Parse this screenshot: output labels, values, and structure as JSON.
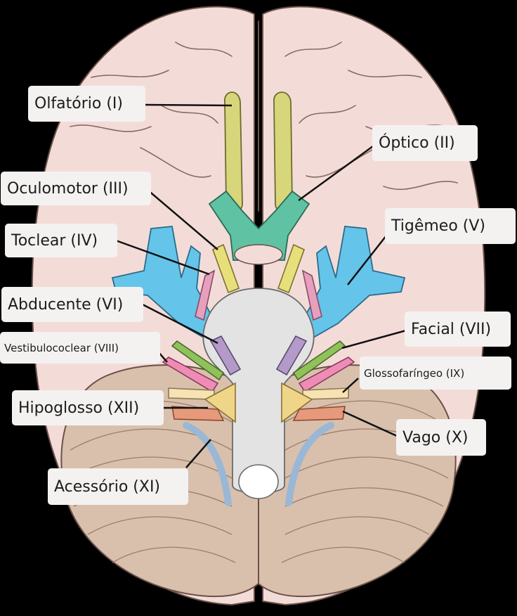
{
  "labels": {
    "olfatorio": "Olfatório (I)",
    "optico": "Óptico (II)",
    "oculomotor": "Oculomotor (III)",
    "troclear": "Toclear (IV)",
    "trigemeo": "Tigêmeo (V)",
    "abducente": "Abducente (VI)",
    "facial": "Facial (VII)",
    "vestibulococlear": "Vestibulococlear (VIII)",
    "glossofaringeo": "Glossofaríngeo (IX)",
    "hipoglosso": "Hipoglosso (XII)",
    "vago": "Vago (X)",
    "acessorio": "Acessório (XI)"
  },
  "colors": {
    "background": "#000000",
    "brain": "#f3dcd8",
    "cerebellum": "#d9c0ac",
    "brainstem": "#e3e3e3",
    "olfactory": "#d8d67a",
    "optic": "#5fc2a2",
    "oculomotor": "#e7e07a",
    "trochlear": "#e6a0bd",
    "trigeminal": "#64c4ea",
    "abducens": "#b49ac8",
    "facial": "#8fc25a",
    "vestibulocochlear": "#ef8cb6",
    "glossopharyngeal": "#f6e2b3",
    "vagus": "#e79a7b",
    "hypoglossal": "#efd588",
    "accessory": "#9ab8d6",
    "label_bg": "#f4f2f1"
  }
}
